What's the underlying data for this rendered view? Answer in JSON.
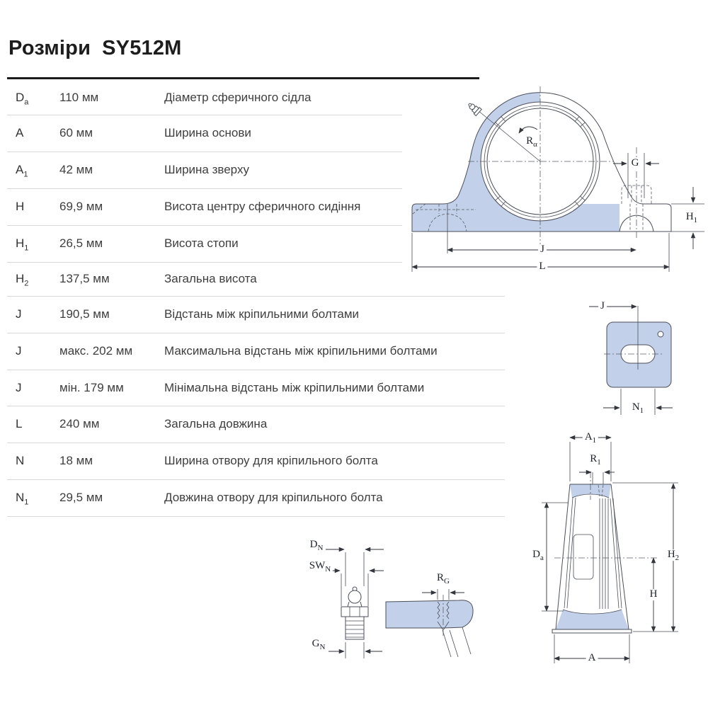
{
  "page": {
    "title_label": "Розміри",
    "title_model": "SY512M"
  },
  "colors": {
    "accent_fill": "#c3d0ea",
    "line": "#4b4f58",
    "separator": "#d9d9d9",
    "title_rule": "#1b1b1b"
  },
  "table": {
    "rows": [
      {
        "symbol": "D",
        "sub": "a",
        "value": "110 мм",
        "description": "Діаметр сферичного сідла"
      },
      {
        "symbol": "A",
        "sub": "",
        "value": "60 мм",
        "description": "Ширина основи"
      },
      {
        "symbol": "A",
        "sub": "1",
        "value": "42 мм",
        "description": "Ширина зверху"
      },
      {
        "symbol": "H",
        "sub": "",
        "value": "69,9 мм",
        "description": "Висота центру сферичного сидіння"
      },
      {
        "symbol": "H",
        "sub": "1",
        "value": "26,5 мм",
        "description": "Висота стопи"
      },
      {
        "symbol": "H",
        "sub": "2",
        "value": "137,5 мм",
        "description": "Загальна висота"
      },
      {
        "symbol": "J",
        "sub": "",
        "value": "190,5 мм",
        "description": "Відстань між кріпильними болтами"
      },
      {
        "symbol": "J",
        "sub": "",
        "value": "макс. 202 мм",
        "description": "Максимальна відстань між кріпильними болтами"
      },
      {
        "symbol": "J",
        "sub": "",
        "value": "мін. 179 мм",
        "description": "Мінімальна відстань між кріпильними болтами"
      },
      {
        "symbol": "L",
        "sub": "",
        "value": "240 мм",
        "description": "Загальна довжина"
      },
      {
        "symbol": "N",
        "sub": "",
        "value": "18 мм",
        "description": "Ширина отвору для кріпильного болта"
      },
      {
        "symbol": "N",
        "sub": "1",
        "value": "29,5 мм",
        "description": "Довжина отвору для кріпильного болта"
      }
    ]
  },
  "drawings": {
    "front_view": {
      "r_alpha": {
        "base": "R",
        "sub": "α"
      },
      "g": {
        "base": "G",
        "sub": ""
      },
      "h1": {
        "base": "H",
        "sub": "1"
      },
      "j": {
        "base": "J",
        "sub": ""
      },
      "l": {
        "base": "L",
        "sub": ""
      }
    },
    "plate_view": {
      "j": {
        "base": "J",
        "sub": ""
      },
      "n1": {
        "base": "N",
        "sub": "1"
      }
    },
    "side_view": {
      "a1": {
        "base": "A",
        "sub": "1"
      },
      "r1": {
        "base": "R",
        "sub": "1"
      },
      "da": {
        "base": "D",
        "sub": "a"
      },
      "h2": {
        "base": "H",
        "sub": "2"
      },
      "h": {
        "base": "H",
        "sub": ""
      },
      "a": {
        "base": "A",
        "sub": ""
      }
    },
    "nipple_view": {
      "dn": {
        "base": "D",
        "sub": "N"
      },
      "swn": {
        "base": "SW",
        "sub": "N"
      },
      "gn": {
        "base": "G",
        "sub": "N"
      },
      "rg": {
        "base": "R",
        "sub": "G"
      }
    }
  }
}
